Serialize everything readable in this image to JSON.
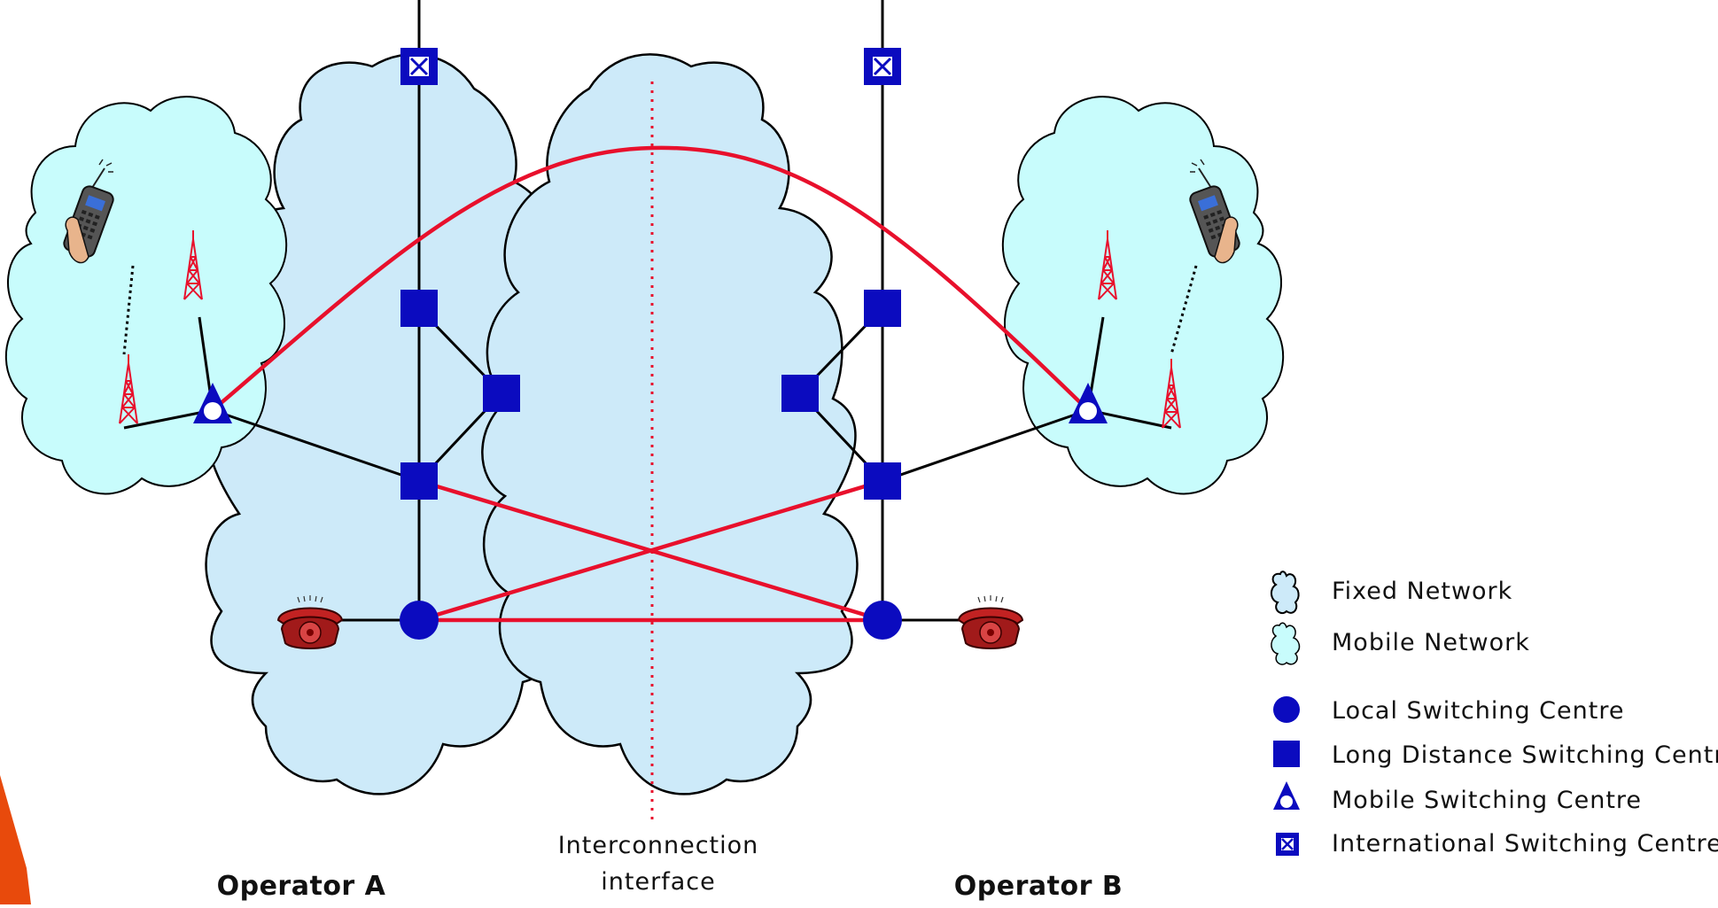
{
  "colors": {
    "fixed_cloud_fill": "#cdeaf9",
    "mobile_cloud_fill": "#c8fcfc",
    "node_blue": "#0b0bbf",
    "red_link": "#e8102c",
    "black_link": "#000000",
    "accent_orange": "#e84a0c"
  },
  "labels": {
    "operator_a": "Operator A",
    "operator_b": "Operator B",
    "interconnection_line1": "Interconnection",
    "interconnection_line2": "interface"
  },
  "legend": {
    "items": [
      {
        "symbol": "fixed-cloud-icon",
        "label": "Fixed Network"
      },
      {
        "symbol": "mobile-cloud-icon",
        "label": "Mobile Network"
      },
      {
        "symbol": "circle-icon",
        "label": "Local Switching Centre"
      },
      {
        "symbol": "square-icon",
        "label": "Long Distance Switching Centre"
      },
      {
        "symbol": "triangle-icon",
        "label": "Mobile Switching Centre"
      },
      {
        "symbol": "crossed-square-icon",
        "label": "International Switching Centre"
      }
    ]
  },
  "nodes": {
    "operator_a": [
      "international-switching-centre",
      "long-distance-switching-centre",
      "long-distance-switching-centre",
      "long-distance-switching-centre",
      "local-switching-centre",
      "mobile-switching-centre",
      "radio-tower-icon",
      "radio-tower-icon",
      "mobile-phone-icon",
      "telephone-icon"
    ],
    "operator_b": [
      "international-switching-centre",
      "long-distance-switching-centre",
      "long-distance-switching-centre",
      "long-distance-switching-centre",
      "local-switching-centre",
      "mobile-switching-centre",
      "radio-tower-icon",
      "radio-tower-icon",
      "mobile-phone-icon",
      "telephone-icon"
    ]
  }
}
